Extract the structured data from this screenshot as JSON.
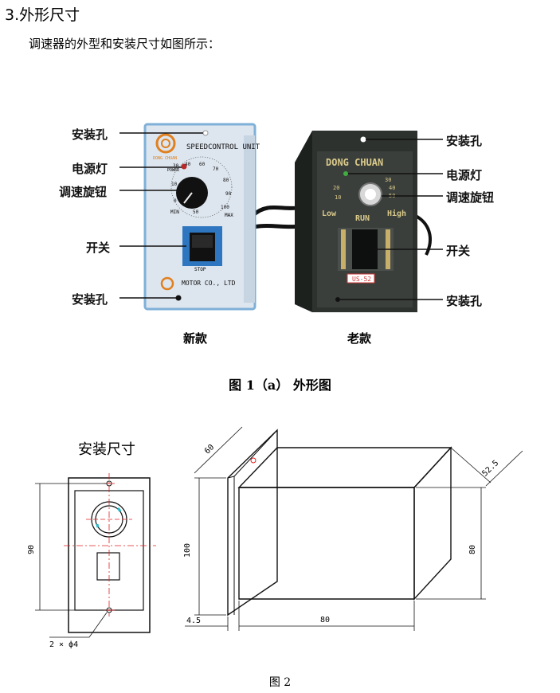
{
  "section_title": "3.外形尺寸",
  "intro_text": "调速器的外型和安装尺寸如图所示：",
  "figure1": {
    "caption": "图 1（a）  外形图",
    "new_model": {
      "caption": "新款",
      "callouts": {
        "mount_hole_top": "安装孔",
        "power_light": "电源灯",
        "speed_knob": "调速旋钮",
        "switch": "开关",
        "mount_hole_bottom": "安装孔"
      },
      "panel_title": "SPEEDCONTROL UNIT",
      "brand": "DONG CHUAN",
      "power_label": "POWER",
      "dial_numbers": [
        "0",
        "10",
        "20",
        "30",
        "40",
        "50",
        "60",
        "70",
        "80",
        "90",
        "100"
      ],
      "min_label": "MIN",
      "max_label": "MAX",
      "stop_label": "STOP",
      "maker": "MOTOR CO., LTD",
      "colors": {
        "panel": "#dde5ee",
        "frame": "#7fb0d8",
        "switch_frame": "#2f76c0",
        "logo": "#e0801e"
      }
    },
    "old_model": {
      "caption": "老款",
      "callouts": {
        "mount_hole_top": "安装孔",
        "power_light": "电源灯",
        "speed_knob": "调速旋钮",
        "switch": "开关",
        "mount_hole_bottom": "安装孔"
      },
      "brand": "DONG CHUAN",
      "dial_numbers": [
        "10",
        "20",
        "30",
        "40",
        "50"
      ],
      "low_label": "Low",
      "run_label": "RUN",
      "high_label": "High",
      "model_badge": "US-52",
      "colors": {
        "body": "#2d322e",
        "text": "#d9c98a",
        "badge": "#d23a3a"
      }
    }
  },
  "figure2": {
    "caption": "图 2",
    "title": "安装尺寸",
    "front": {
      "height": "90",
      "holes": "2 × ф4"
    },
    "iso": {
      "height": "100",
      "depth": "60",
      "flange": "4.5",
      "width": "80",
      "body_height": "80",
      "body_depth": "52.5"
    }
  }
}
